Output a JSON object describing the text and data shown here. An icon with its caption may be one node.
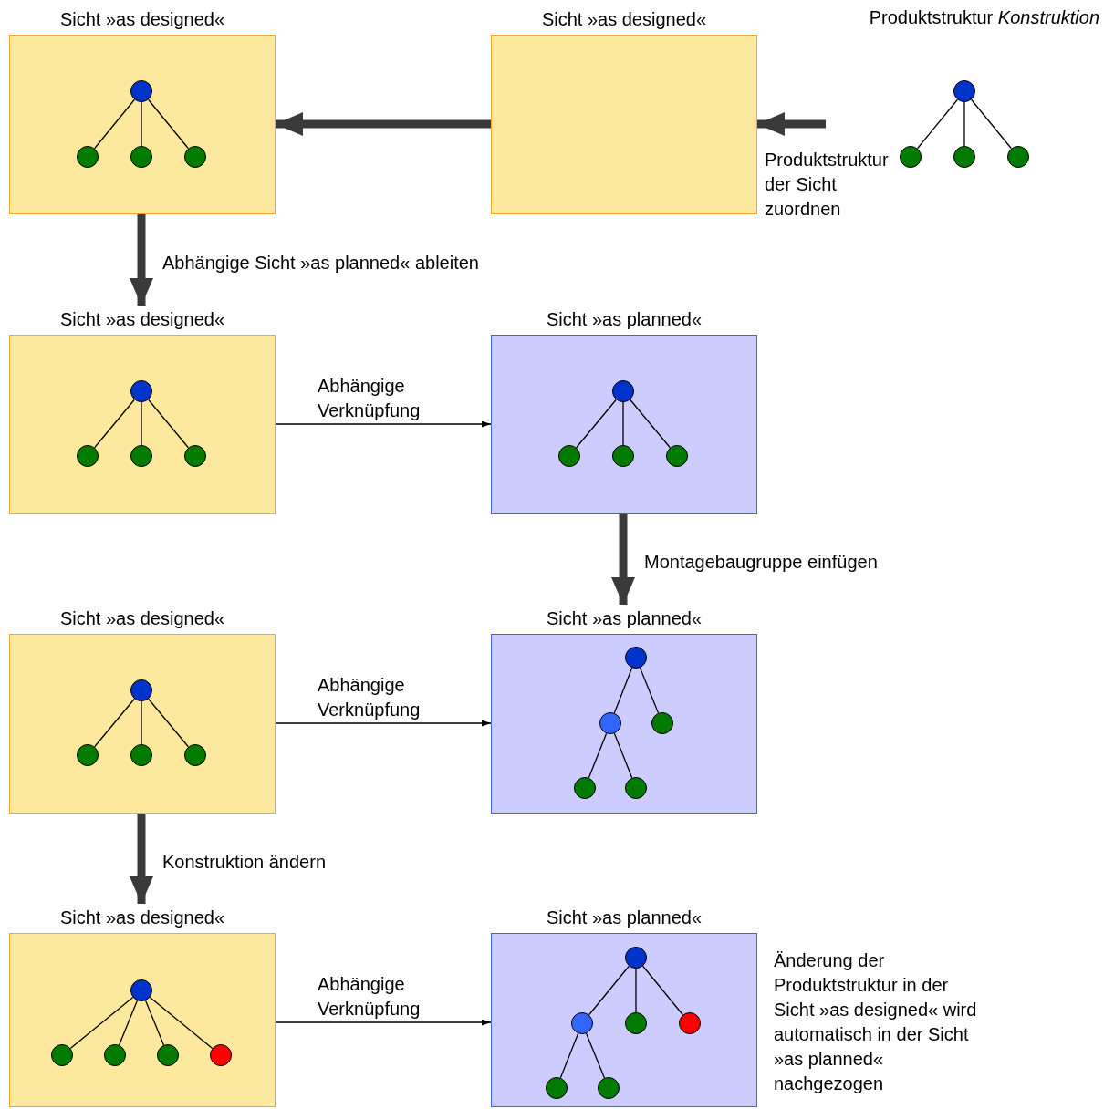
{
  "diagram": {
    "nodes": [
      {
        "text": [
          "Sicht »as designed«"
        ]
      },
      {
        "text": [],
        "shape": "circle",
        "in": 0
      },
      {
        "text": [],
        "shape": "circle",
        "in": 0
      },
      {
        "text": [],
        "shape": "circle",
        "in": 0
      },
      {
        "text": [],
        "shape": "circle",
        "in": 0
      },
      {
        "text": [
          "Sicht »as designed«"
        ]
      },
      {
        "text": [
          "Produktstruktur *Konstruktion*"
        ]
      },
      {
        "text": [],
        "shape": "circle",
        "in": 6
      },
      {
        "text": [],
        "shape": "circle",
        "in": 6
      },
      {
        "text": [],
        "shape": "circle",
        "in": 6
      },
      {
        "text": [],
        "shape": "circle",
        "in": 6
      },
      {
        "text": [
          "Sicht »as designed«"
        ]
      },
      {
        "text": [],
        "shape": "circle",
        "in": 11
      },
      {
        "text": [],
        "shape": "circle",
        "in": 11
      },
      {
        "text": [],
        "shape": "circle",
        "in": 11
      },
      {
        "text": [],
        "shape": "circle",
        "in": 11
      },
      {
        "text": [
          "Sicht »as planned«"
        ]
      },
      {
        "text": [],
        "shape": "circle",
        "in": 16
      },
      {
        "text": [],
        "shape": "circle",
        "in": 16
      },
      {
        "text": [],
        "shape": "circle",
        "in": 16
      },
      {
        "text": [],
        "shape": "circle",
        "in": 16
      },
      {
        "text": [
          "Sicht »as designed«"
        ]
      },
      {
        "text": [],
        "shape": "circle",
        "in": 21
      },
      {
        "text": [],
        "shape": "circle",
        "in": 21
      },
      {
        "text": [],
        "shape": "circle",
        "in": 21
      },
      {
        "text": [],
        "shape": "circle",
        "in": 21
      },
      {
        "text": [
          "Sicht »as planned«"
        ]
      },
      {
        "text": [],
        "shape": "circle",
        "in": 26
      },
      {
        "text": [],
        "shape": "circle",
        "in": 26
      },
      {
        "text": [],
        "shape": "circle",
        "in": 26
      },
      {
        "text": [],
        "shape": "circle",
        "in": 26
      },
      {
        "text": [],
        "shape": "circle",
        "in": 26
      },
      {
        "text": [
          "Sicht »as designed«"
        ]
      },
      {
        "text": [],
        "shape": "circle",
        "in": 32
      },
      {
        "text": [],
        "shape": "circle",
        "in": 32
      },
      {
        "text": [],
        "shape": "circle",
        "in": 32
      },
      {
        "text": [],
        "shape": "circle",
        "in": 32
      },
      {
        "text": [],
        "shape": "circle",
        "in": 32
      },
      {
        "text": [
          "Sicht »as planned«"
        ]
      },
      {
        "text": [],
        "shape": "circle",
        "in": 38
      },
      {
        "text": [],
        "shape": "circle",
        "in": 38
      },
      {
        "text": [],
        "shape": "circle",
        "in": 38
      },
      {
        "text": [],
        "shape": "circle",
        "in": 38
      },
      {
        "text": [],
        "shape": "circle",
        "in": 38
      },
      {
        "text": [],
        "shape": "circle",
        "in": 38
      }
    ],
    "edges": [
      {
        "from": 1,
        "to": 2,
        "arrow": "none"
      },
      {
        "from": 1,
        "to": 3,
        "arrow": "none"
      },
      {
        "from": 1,
        "to": 4,
        "arrow": "none"
      },
      {
        "from": 7,
        "to": 8,
        "arrow": "none"
      },
      {
        "from": 7,
        "to": 9,
        "arrow": "none"
      },
      {
        "from": 7,
        "to": 10,
        "arrow": "none"
      },
      {
        "from": 6,
        "to": 5,
        "arrow": "to",
        "label": "Produktstruktur der Sicht zuordnen",
        "style": "thick",
        "color": "#3a3a3a"
      },
      {
        "from": 5,
        "to": 0,
        "arrow": "to",
        "style": "thick",
        "color": "#3a3a3a"
      },
      {
        "from": 0,
        "to": 11,
        "arrow": "to",
        "label": "Abhängige Sicht »as planned« ableiten",
        "style": "thick",
        "color": "#3a3a3a"
      },
      {
        "from": 12,
        "to": 13,
        "arrow": "none"
      },
      {
        "from": 12,
        "to": 14,
        "arrow": "none"
      },
      {
        "from": 12,
        "to": 15,
        "arrow": "none"
      },
      {
        "from": 17,
        "to": 18,
        "arrow": "none"
      },
      {
        "from": 17,
        "to": 19,
        "arrow": "none"
      },
      {
        "from": 17,
        "to": 20,
        "arrow": "none"
      },
      {
        "from": 11,
        "to": 16,
        "arrow": "to",
        "label": "Abhängige Verknüpfung"
      },
      {
        "from": 16,
        "to": 26,
        "arrow": "to",
        "label": "Montagebaugruppe einfügen",
        "style": "thick",
        "color": "#3a3a3a"
      },
      {
        "from": 22,
        "to": 23,
        "arrow": "none"
      },
      {
        "from": 22,
        "to": 24,
        "arrow": "none"
      },
      {
        "from": 22,
        "to": 25,
        "arrow": "none"
      },
      {
        "from": 27,
        "to": 28,
        "arrow": "none"
      },
      {
        "from": 27,
        "to": 29,
        "arrow": "none"
      },
      {
        "from": 28,
        "to": 30,
        "arrow": "none"
      },
      {
        "from": 28,
        "to": 31,
        "arrow": "none"
      },
      {
        "from": 21,
        "to": 26,
        "arrow": "to",
        "label": "Abhängige Verknüpfung"
      },
      {
        "from": 21,
        "to": 32,
        "arrow": "to",
        "label": "Konstruktion ändern",
        "style": "thick",
        "color": "#3a3a3a"
      },
      {
        "from": 33,
        "to": 34,
        "arrow": "none"
      },
      {
        "from": 33,
        "to": 35,
        "arrow": "none"
      },
      {
        "from": 33,
        "to": 36,
        "arrow": "none"
      },
      {
        "from": 33,
        "to": 37,
        "arrow": "none"
      },
      {
        "from": 39,
        "to": 40,
        "arrow": "none"
      },
      {
        "from": 39,
        "to": 41,
        "arrow": "none"
      },
      {
        "from": 39,
        "to": 42,
        "arrow": "none"
      },
      {
        "from": 40,
        "to": 43,
        "arrow": "none"
      },
      {
        "from": 40,
        "to": 44,
        "arrow": "none"
      },
      {
        "from": 32,
        "to": 38,
        "arrow": "to",
        "label": "Abhängige Verknüpfung"
      }
    ],
    "labels": [
      "Änderung der Produktstruktur in der Sicht »as designed« wird automatisch in der Sicht »as planned« nachgezogen"
    ]
  }
}
